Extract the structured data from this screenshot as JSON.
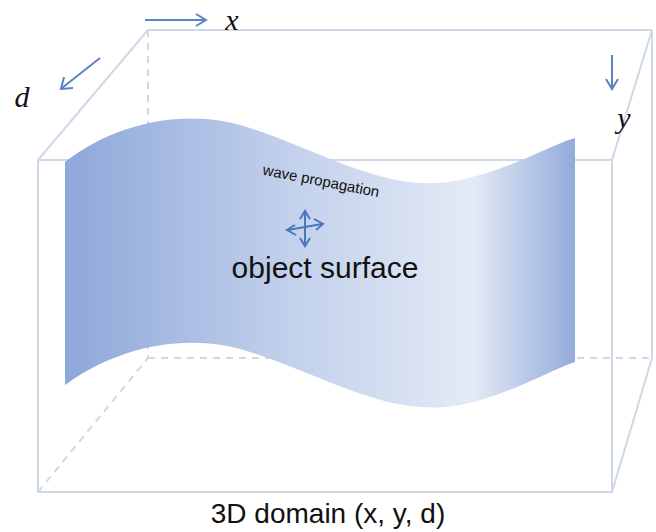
{
  "diagram": {
    "caption": "3D domain (x, y, d)",
    "nodes": [
      {
        "text": [
          "wave propagation",
          "object surface"
        ]
      }
    ],
    "labels": [
      "x",
      "d",
      "y"
    ]
  }
}
